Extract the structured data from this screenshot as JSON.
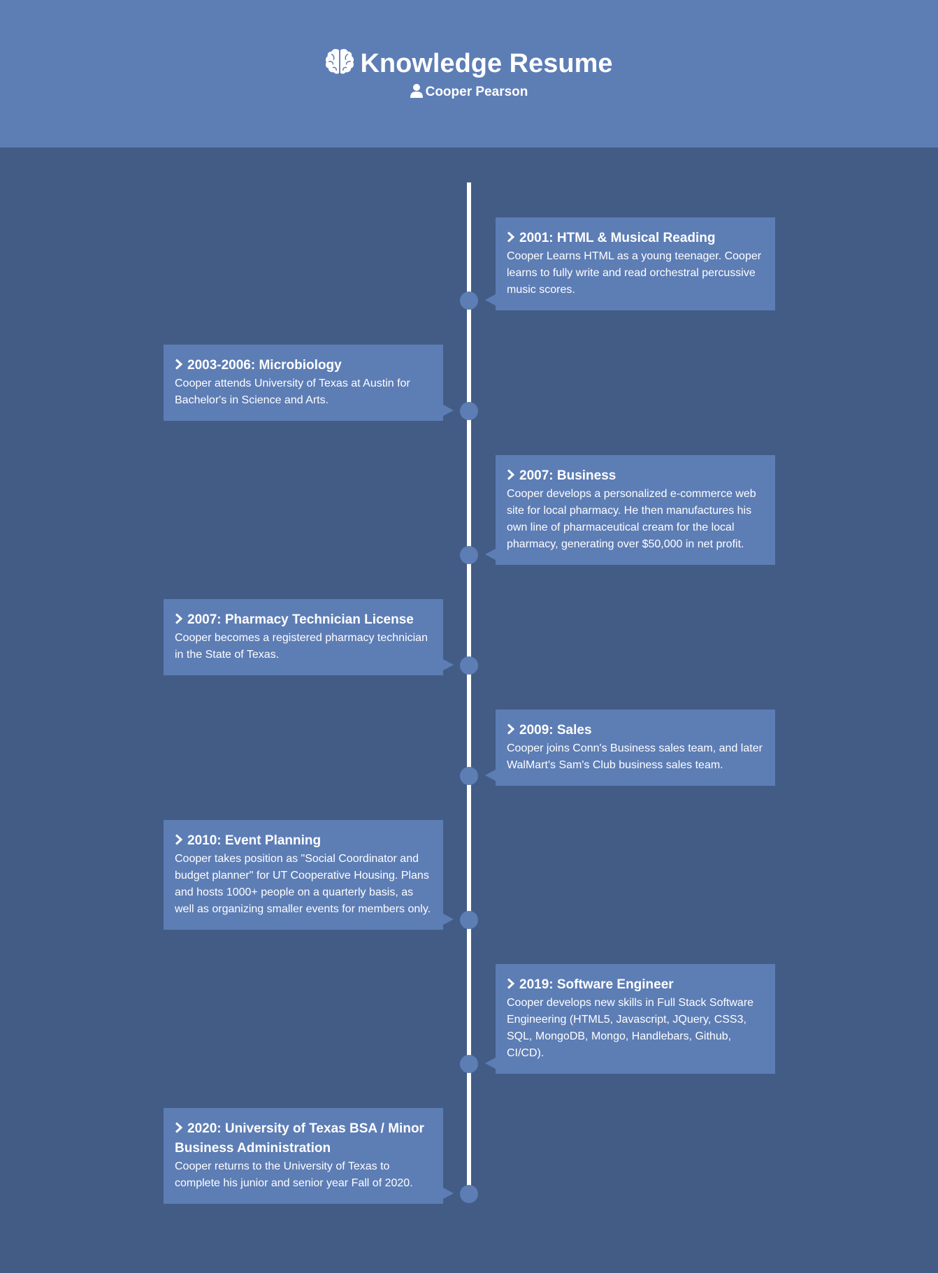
{
  "header": {
    "title": "Knowledge Resume",
    "name": "Cooper Pearson"
  },
  "timeline": [
    {
      "title": "2001: HTML & Musical Reading",
      "description": "Cooper Learns HTML as a young teenager. Cooper learns to fully write and read orchestral percussive music scores."
    },
    {
      "title": "2003-2006: Microbiology",
      "description": "Cooper attends University of Texas at Austin for Bachelor's in Science and Arts."
    },
    {
      "title": "2007: Business",
      "description": "Cooper develops a personalized e-commerce web site for local pharmacy. He then manufactures his own line of pharmaceutical cream for the local pharmacy, generating over $50,000 in net profit."
    },
    {
      "title": "2007: Pharmacy Technician License",
      "description": "Cooper becomes a registered pharmacy technician in the State of Texas."
    },
    {
      "title": "2009: Sales",
      "description": "Cooper joins Conn's Business sales team, and later WalMart's Sam's Club business sales team."
    },
    {
      "title": "2010: Event Planning",
      "description": "Cooper takes position as \"Social Coordinator and budget planner\" for UT Cooperative Housing. Plans and hosts 1000+ people on a quarterly basis, as well as organizing smaller events for members only."
    },
    {
      "title": "2019: Software Engineer",
      "description": "Cooper develops new skills in Full Stack Software Engineering (HTML5, Javascript, JQuery, CSS3, SQL, MongoDB, Mongo, Handlebars, Github, CI/CD)."
    },
    {
      "title": "2020: University of Texas BSA / Minor Business Administration",
      "description": "Cooper returns to the University of Texas to complete his junior and senior year Fall of 2020."
    }
  ]
}
